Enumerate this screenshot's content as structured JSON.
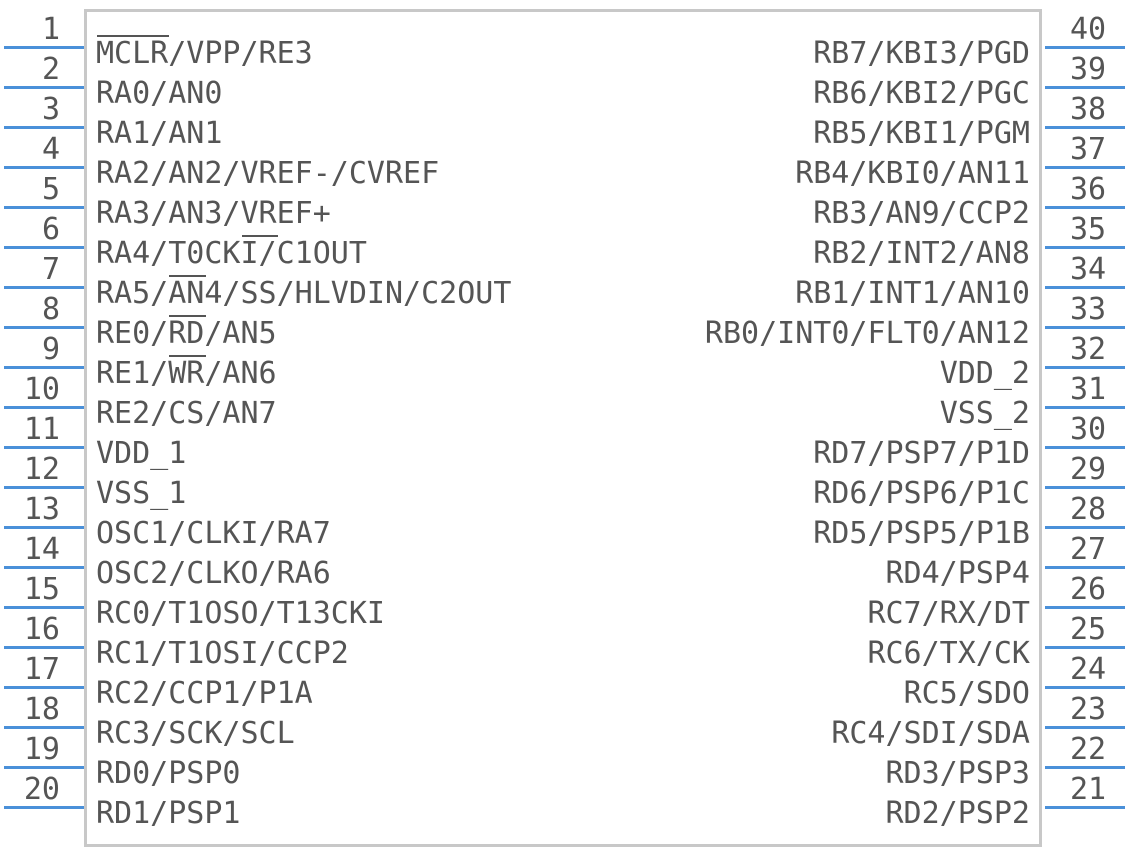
{
  "component": {
    "accent_color": "#4a90d9",
    "body_border_color": "#c8c8c8",
    "text_color": "#555555",
    "left_pins": [
      {
        "number": "1",
        "label": "MCLR/VPP/RE3"
      },
      {
        "number": "2",
        "label": "RA0/AN0"
      },
      {
        "number": "3",
        "label": "RA1/AN1"
      },
      {
        "number": "4",
        "label": "RA2/AN2/VREF-/CVREF"
      },
      {
        "number": "5",
        "label": "RA3/AN3/VREF+"
      },
      {
        "number": "6",
        "label": "RA4/T0CKI/C1OUT"
      },
      {
        "number": "7",
        "label": "RA5/AN4/SS/HLVDIN/C2OUT"
      },
      {
        "number": "8",
        "label": "RE0/RD/AN5"
      },
      {
        "number": "9",
        "label": "RE1/WR/AN6"
      },
      {
        "number": "10",
        "label": "RE2/CS/AN7"
      },
      {
        "number": "11",
        "label": "VDD_1"
      },
      {
        "number": "12",
        "label": "VSS_1"
      },
      {
        "number": "13",
        "label": "OSC1/CLKI/RA7"
      },
      {
        "number": "14",
        "label": "OSC2/CLKO/RA6"
      },
      {
        "number": "15",
        "label": "RC0/T1OSO/T13CKI"
      },
      {
        "number": "16",
        "label": "RC1/T1OSI/CCP2"
      },
      {
        "number": "17",
        "label": "RC2/CCP1/P1A"
      },
      {
        "number": "18",
        "label": "RC3/SCK/SCL"
      },
      {
        "number": "19",
        "label": "RD0/PSP0"
      },
      {
        "number": "20",
        "label": "RD1/PSP1"
      }
    ],
    "right_pins": [
      {
        "number": "40",
        "label": "RB7/KBI3/PGD"
      },
      {
        "number": "39",
        "label": "RB6/KBI2/PGC"
      },
      {
        "number": "38",
        "label": "RB5/KBI1/PGM"
      },
      {
        "number": "37",
        "label": "RB4/KBI0/AN11"
      },
      {
        "number": "36",
        "label": "RB3/AN9/CCP2"
      },
      {
        "number": "35",
        "label": "RB2/INT2/AN8"
      },
      {
        "number": "34",
        "label": "RB1/INT1/AN10"
      },
      {
        "number": "33",
        "label": "RB0/INT0/FLT0/AN12"
      },
      {
        "number": "32",
        "label": "VDD_2"
      },
      {
        "number": "31",
        "label": "VSS_2"
      },
      {
        "number": "30",
        "label": "RD7/PSP7/P1D"
      },
      {
        "number": "29",
        "label": "RD6/PSP6/P1C"
      },
      {
        "number": "28",
        "label": "RD5/PSP5/P1B"
      },
      {
        "number": "27",
        "label": "RD4/PSP4"
      },
      {
        "number": "26",
        "label": "RC7/RX/DT"
      },
      {
        "number": "25",
        "label": "RC6/TX/CK"
      },
      {
        "number": "24",
        "label": "RC5/SDO"
      },
      {
        "number": "23",
        "label": "RC4/SDI/SDA"
      },
      {
        "number": "22",
        "label": "RD3/PSP3"
      },
      {
        "number": "21",
        "label": "RD2/PSP2"
      }
    ]
  }
}
